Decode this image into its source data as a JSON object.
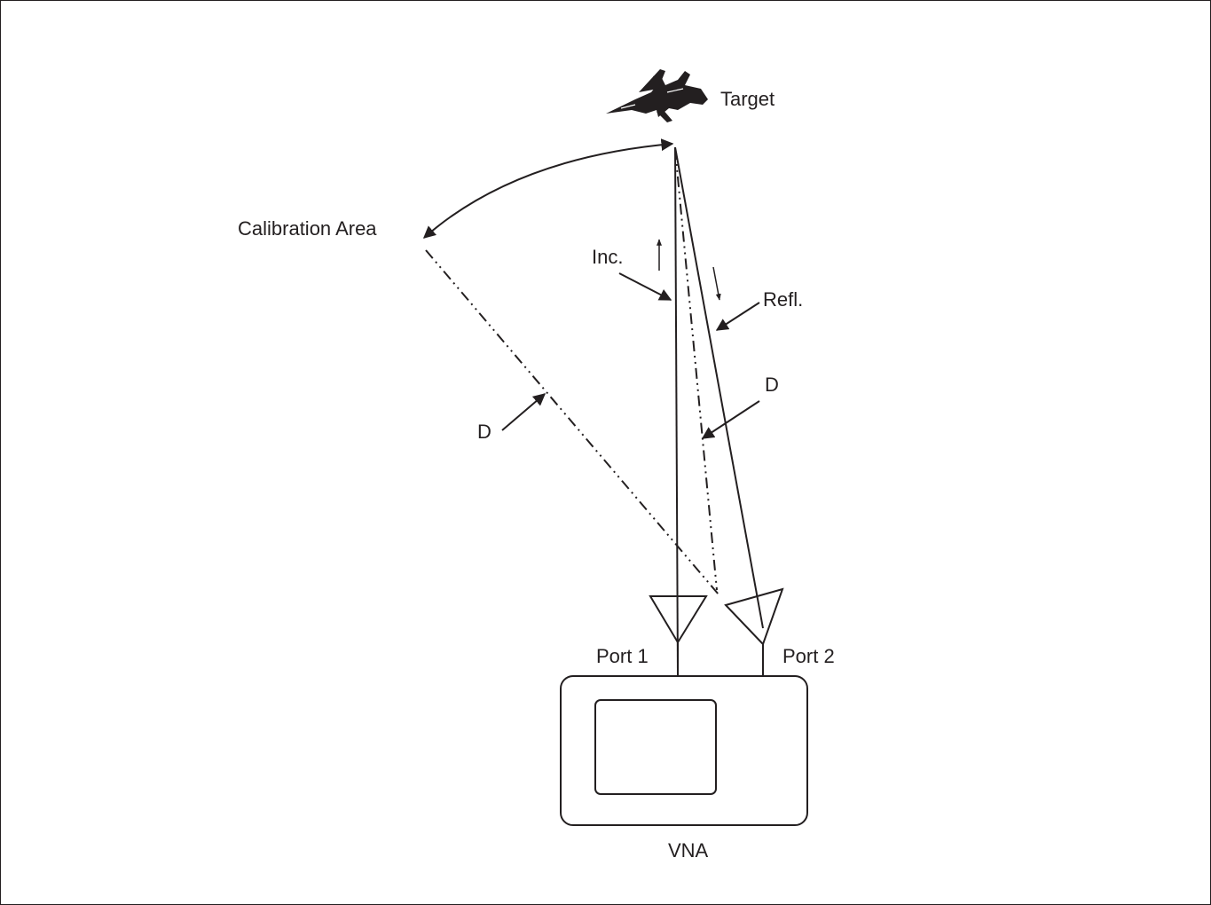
{
  "labels": {
    "target": "Target",
    "calibration_area": "Calibration Area",
    "incident": "Inc.",
    "reflected": "Refl.",
    "distance_left": "D",
    "distance_right": "D",
    "port1": "Port 1",
    "port2": "Port 2",
    "vna": "VNA"
  },
  "icons": {
    "target": "jet-aircraft-icon",
    "antenna": "horn-antenna-icon"
  },
  "colors": {
    "stroke": "#231f20",
    "background": "#ffffff"
  }
}
